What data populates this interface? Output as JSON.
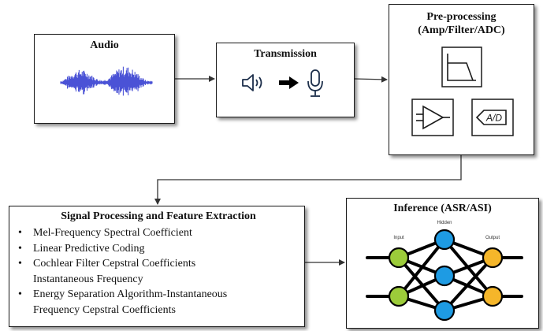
{
  "blocks": {
    "audio": {
      "title": "Audio"
    },
    "transmission": {
      "title": "Transmission"
    },
    "preprocessing": {
      "title_line1": "Pre-processing",
      "title_line2": "(Amp/Filter/ADC)",
      "adc_label": "A/D"
    },
    "feature_extraction": {
      "title": "Signal Processing and Feature Extraction",
      "items": [
        "Mel-Frequency Spectral Coefficient",
        "Linear Predictive Coding",
        "Cochlear Filter Cepstral Coefficients",
        "Energy Separation Algorithm-Instantaneous"
      ],
      "continuations": [
        "Instantaneous Frequency",
        "Frequency Cepstral Coefficients"
      ]
    },
    "inference": {
      "title": "Inference (ASR/ASI)",
      "network": {
        "input_label": "Input",
        "hidden_label": "Hidden",
        "output_label": "Output"
      }
    }
  },
  "colors": {
    "waveform": "#4a52d6",
    "input_node": "#9ccc3a",
    "hidden_node": "#1e9be3",
    "output_node": "#f5b62a"
  },
  "icons": [
    "waveform-icon",
    "speaker-icon",
    "right-arrow-icon",
    "microphone-icon",
    "lowpass-filter-icon",
    "amplifier-icon",
    "adc-icon",
    "neural-network-icon"
  ]
}
